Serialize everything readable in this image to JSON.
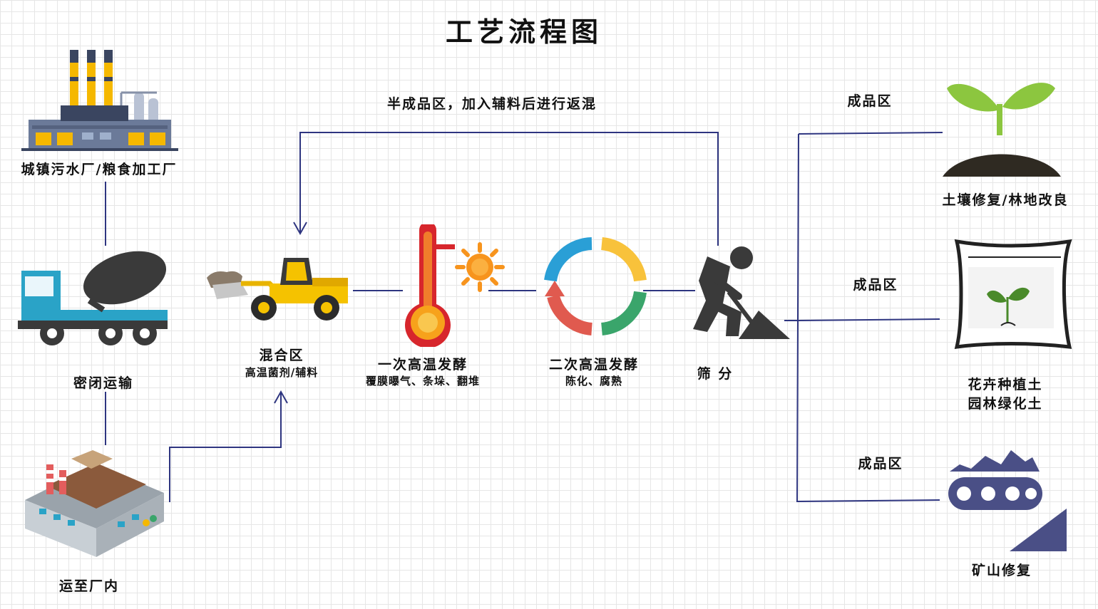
{
  "title": "工艺流程图",
  "sources": {
    "factory": "城镇污水厂/粮食加工厂",
    "transport": "密闭运输",
    "arrival": "运至厂内"
  },
  "process": {
    "return_loop": "半成品区，加入辅料后进行返混",
    "mixing": {
      "label": "混合区",
      "sub": "高温菌剂/辅料"
    },
    "first_ferment": {
      "label": "一次高温发酵",
      "sub": "覆膜曝气、条垛、翻堆"
    },
    "second_ferment": {
      "label": "二次高温发酵",
      "sub": "陈化、腐熟"
    },
    "screening": "筛  分"
  },
  "outputs": [
    {
      "zone": "成品区",
      "product": "土壤修复/林地改良"
    },
    {
      "zone": "成品区",
      "product_line1": "花卉种植土",
      "product_line2": "园林绿化土"
    },
    {
      "zone": "成品区",
      "product": "矿山修复"
    }
  ],
  "colors": {
    "line": "#2e3580",
    "factory_yellow": "#f5b800",
    "truck_teal": "#2aa3c7",
    "thermo_red": "#d7262c",
    "sun_orange": "#f7941d",
    "cycle_blue": "#2a9fd6",
    "cycle_yellow": "#f8c23b",
    "cycle_green": "#3aa56b",
    "cycle_red": "#e05a4f",
    "worker_gray": "#3a3a3a",
    "sprout_green": "#8cc63f",
    "mine_navy": "#4a4f86"
  }
}
